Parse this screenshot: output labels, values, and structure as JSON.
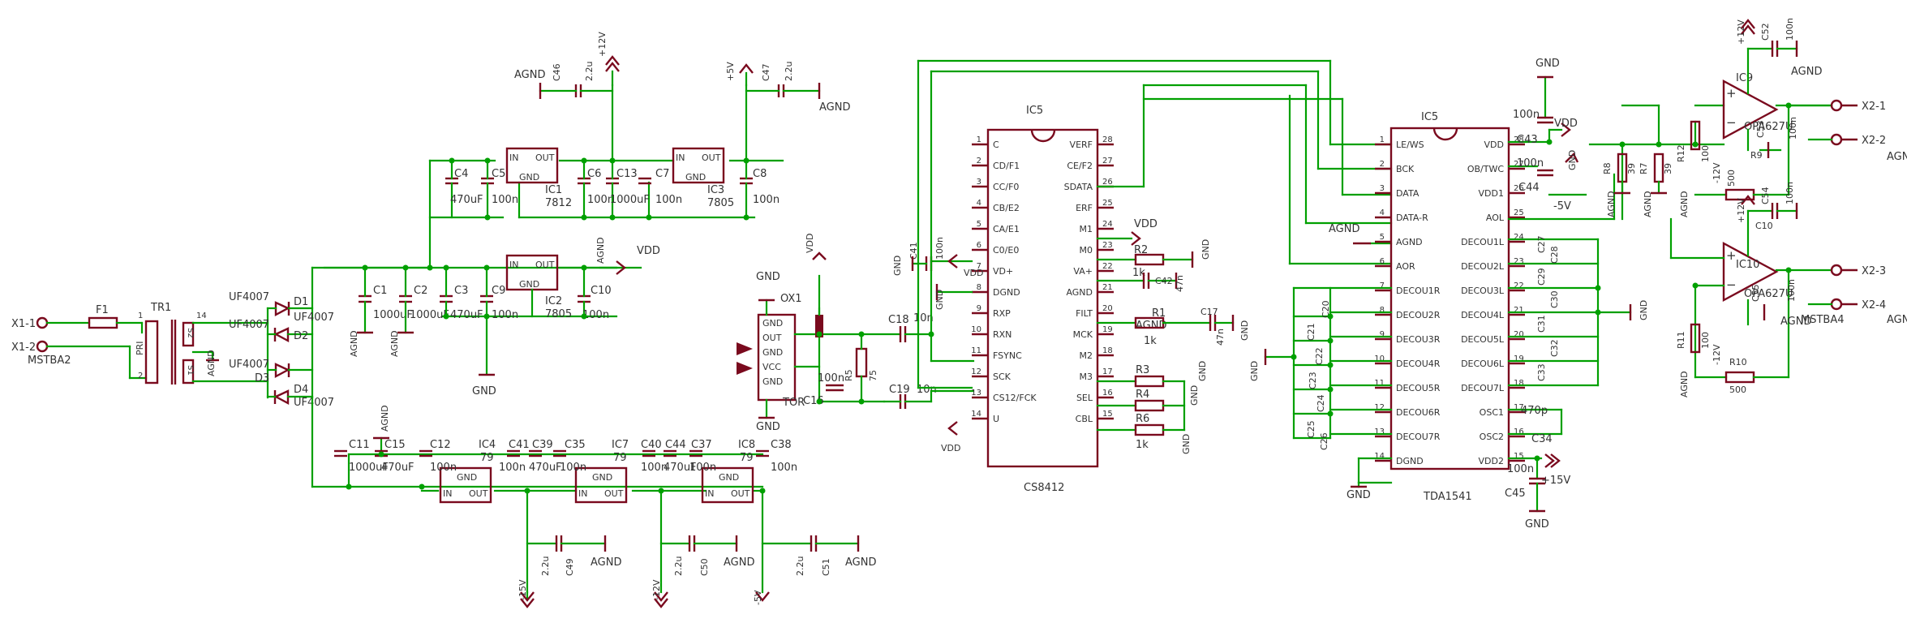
{
  "labels": {
    "con_x1_1": "X1-1",
    "con_x1_2": "X1-2",
    "mstba2": "MSTBA2",
    "f1": "F1",
    "tr1": "TR1",
    "tr1_pri": "PRI",
    "tr1_14": "14",
    "tr1_1": "1",
    "tr1_2": "2",
    "tr1_s2": "S2",
    "tr1_s1": "S1",
    "d1": "D1",
    "d2": "D2",
    "d3": "D3",
    "d4": "D4",
    "d1v": "UF4007",
    "d2v": "UF4007",
    "d3v": "UF4007",
    "d4v": "UF4007",
    "c1": "C1",
    "c1v": "1000uF",
    "c2": "C2",
    "c2v": "1000uF",
    "c3": "C3",
    "c3v": "470uF",
    "c9": "C9",
    "c9v": "100n",
    "c10": "C10",
    "c10v": "100n",
    "ic2": "IC2",
    "ic2v": "7805",
    "c4": "C4",
    "c4v": "470uF",
    "c5": "C5",
    "c5v": "100n",
    "ic1": "IC1",
    "ic1v": "7812",
    "c6": "C6",
    "c6v": "100n",
    "c13": "C13",
    "c13v": "1000uF",
    "c7": "C7",
    "c7v": "100n",
    "ic3": "IC3",
    "ic3v": "7805",
    "c8": "C8",
    "c8v": "100n",
    "c46": "C46",
    "c46v": "2.2u",
    "c47": "C47",
    "c47v": "2.2u",
    "agnd": "AGND",
    "p5v": "+5V",
    "p12v": "+12V",
    "vdd": "VDD",
    "gnd": "GND",
    "c11": "C11",
    "c11v": "1000uF",
    "c15": "C15",
    "c15v": "470uF",
    "c12": "C12",
    "c12v": "100n",
    "ic4": "IC4",
    "ic4v": "79",
    "c41": "C41",
    "c41v": "100n",
    "c39": "C39",
    "c39v": "470uF",
    "c35": "C35",
    "c35v": "100n",
    "ic7": "IC7",
    "ic7v": "79",
    "c40": "C40",
    "c40v": "100n",
    "c44b": "C44",
    "c44bv": "470uF",
    "c37": "C37",
    "c37v": "100n",
    "ic8": "IC8",
    "ic8v": "79",
    "c38": "C38",
    "c38v": "100n",
    "c49": "C49",
    "c49v": "2.2u",
    "c50": "C50",
    "c50v": "2.2u",
    "c51": "C51",
    "c51v": "2.2u",
    "n15v": "-15V",
    "n12v": "-12V",
    "n5v": "-5V",
    "in": "IN",
    "out": "OUT",
    "ox1": "OX1",
    "ox1_gnd": "GND",
    "ox1_out": "OUT",
    "ox1_vcc": "VCC",
    "tor": "TOR",
    "c18": "C18",
    "c19": "C19",
    "c19v": "10n",
    "c18v": "10n",
    "r5": "R5",
    "r5v": "75",
    "c16": "C16",
    "c16v": "100n",
    "c17": "C17",
    "c17v": "47n",
    "ic6": "IC5",
    "ic6v": "CS8412",
    "r2": "R2",
    "r2v": "1k",
    "r1": "R1",
    "r1v": "1k",
    "r3": "R3",
    "r4": "R4",
    "r6": "R6",
    "r6v": "1k",
    "c42": "C42",
    "c42v": "47n",
    "ic5": "IC5",
    "ic5v": "TDA1541",
    "c20": "C20",
    "c21": "C21",
    "c22": "C22",
    "c23": "C23",
    "c24": "C24",
    "c25": "C25",
    "c26": "C26",
    "c27": "C27",
    "c28": "C28",
    "c29": "C29",
    "c30": "C30",
    "c31": "C31",
    "c32": "C32",
    "c33": "C33",
    "c34": "C34",
    "c34v": "470p",
    "c43": "C43",
    "c44": "C44",
    "c45": "C45",
    "c45v": "100n",
    "c43v": "100n",
    "p15v": "+15V",
    "ic9": "IC9",
    "ic9v": "OPA627U",
    "ic10": "IC10",
    "ic10v": "OPA627U",
    "r7": "R7",
    "r8": "R8",
    "r7v": "39",
    "r8v": "39",
    "r9": "R9",
    "r9v": "500",
    "r10": "R10",
    "r10v": "500",
    "r11": "R11",
    "r11v": "100",
    "r12": "R12",
    "r12v": "100",
    "c52": "C52",
    "c52v": "100n",
    "c53": "C53",
    "c53v": "100n",
    "c54": "C54",
    "c54v": "100n",
    "c55": "C55",
    "c55v": "100n",
    "x21": "X2-1",
    "x22": "X2-2",
    "x23": "X2-3",
    "x24": "X2-4",
    "mstba4": "MSTBA4"
  },
  "ic6_pins_left": [
    {
      "num": "1",
      "name": "C"
    },
    {
      "num": "2",
      "name": "CD/F1"
    },
    {
      "num": "3",
      "name": "CC/F0"
    },
    {
      "num": "4",
      "name": "CB/E2"
    },
    {
      "num": "5",
      "name": "CA/E1"
    },
    {
      "num": "6",
      "name": "C0/E0"
    },
    {
      "num": "7",
      "name": "VD+"
    },
    {
      "num": "8",
      "name": "DGND"
    },
    {
      "num": "9",
      "name": "RXP"
    },
    {
      "num": "10",
      "name": "RXN"
    },
    {
      "num": "11",
      "name": "FSYNC"
    },
    {
      "num": "12",
      "name": "SCK"
    },
    {
      "num": "13",
      "name": "CS12/FCK"
    },
    {
      "num": "14",
      "name": "U"
    }
  ],
  "ic6_pins_right": [
    {
      "num": "28",
      "name": "VERF"
    },
    {
      "num": "27",
      "name": "CE/F2"
    },
    {
      "num": "26",
      "name": "SDATA"
    },
    {
      "num": "25",
      "name": "ERF"
    },
    {
      "num": "24",
      "name": "M1"
    },
    {
      "num": "23",
      "name": "M0"
    },
    {
      "num": "22",
      "name": "VA+"
    },
    {
      "num": "21",
      "name": "AGND"
    },
    {
      "num": "20",
      "name": "FILT"
    },
    {
      "num": "19",
      "name": "MCK"
    },
    {
      "num": "18",
      "name": "M2"
    },
    {
      "num": "17",
      "name": "M3"
    },
    {
      "num": "16",
      "name": "SEL"
    },
    {
      "num": "15",
      "name": "CBL"
    }
  ],
  "ic5_pins_left": [
    {
      "num": "1",
      "name": "LE/WS"
    },
    {
      "num": "2",
      "name": "BCK"
    },
    {
      "num": "3",
      "name": "DATA"
    },
    {
      "num": "4",
      "name": "DATA-R"
    },
    {
      "num": "5",
      "name": "AGND"
    },
    {
      "num": "6",
      "name": "AOR"
    },
    {
      "num": "7",
      "name": "DECOU1R"
    },
    {
      "num": "8",
      "name": "DECOU2R"
    },
    {
      "num": "9",
      "name": "DECOU3R"
    },
    {
      "num": "10",
      "name": "DECOU4R"
    },
    {
      "num": "11",
      "name": "DECOU5R"
    },
    {
      "num": "12",
      "name": "DECOU6R"
    },
    {
      "num": "13",
      "name": "DECOU7R"
    },
    {
      "num": "14",
      "name": "DGND"
    }
  ],
  "ic5_pins_right": [
    {
      "num": "28",
      "name": "VDD"
    },
    {
      "num": "27",
      "name": "OB/TWC"
    },
    {
      "num": "26",
      "name": "VDD1"
    },
    {
      "num": "25",
      "name": "AOL"
    },
    {
      "num": "24",
      "name": "DECOU1L"
    },
    {
      "num": "23",
      "name": "DECOU2L"
    },
    {
      "num": "22",
      "name": "DECOU3L"
    },
    {
      "num": "21",
      "name": "DECOU4L"
    },
    {
      "num": "20",
      "name": "DECOU5L"
    },
    {
      "num": "19",
      "name": "DECOU6L"
    },
    {
      "num": "18",
      "name": "DECOU7L"
    },
    {
      "num": "17",
      "name": "OSC1"
    },
    {
      "num": "16",
      "name": "OSC2"
    },
    {
      "num": "15",
      "name": "VDD2"
    }
  ]
}
